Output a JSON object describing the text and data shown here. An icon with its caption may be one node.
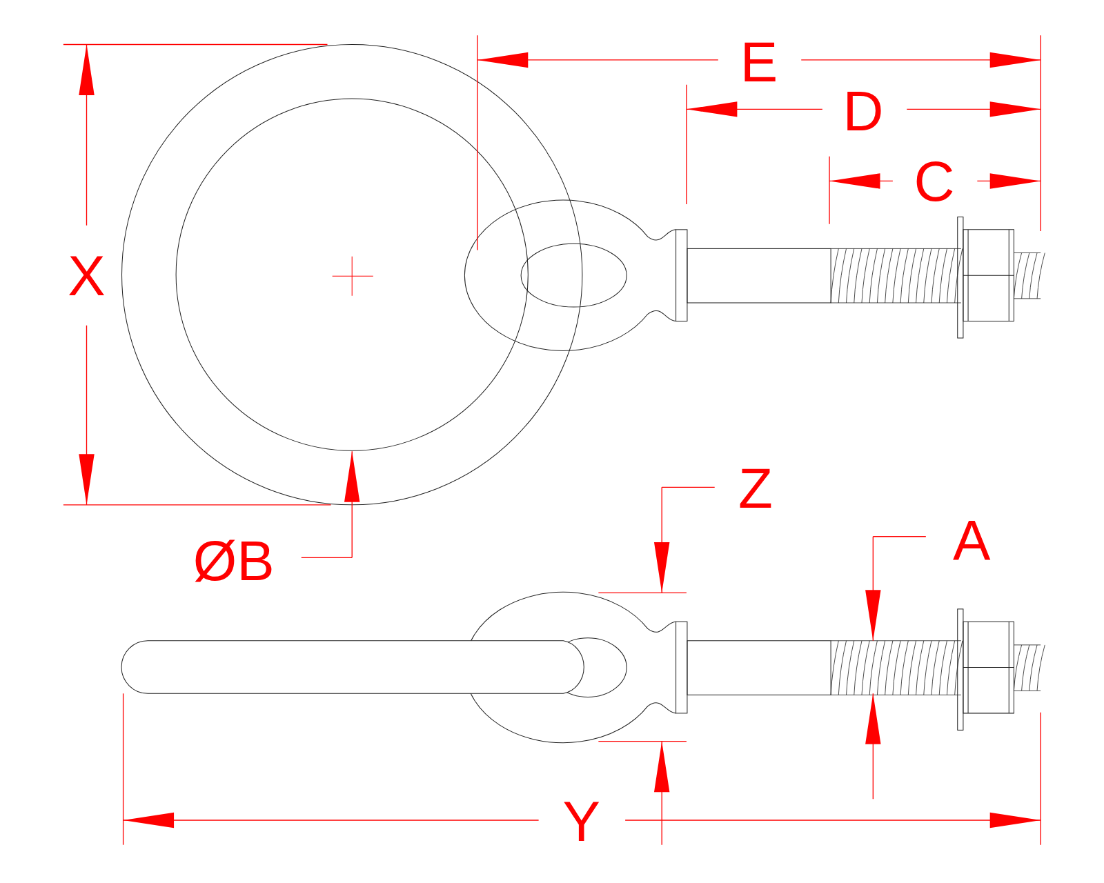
{
  "diagram": {
    "labels": [
      "E",
      "D",
      "C",
      "X",
      "ØB",
      "Z",
      "A",
      "Y"
    ]
  }
}
